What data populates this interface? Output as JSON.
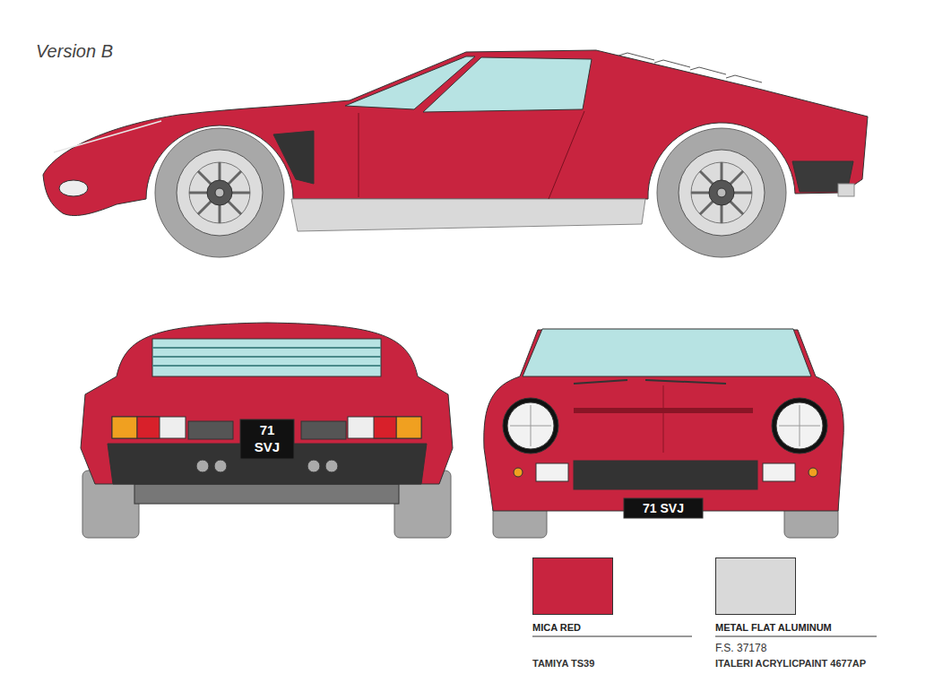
{
  "diagram": {
    "title": "Version B",
    "labels": [
      "71 SVJ",
      "71 SVJ",
      "F.S. 37178",
      "TAMIYA TS39",
      "ITALERI ACRYLICPAINT 4677AP"
    ],
    "legend": [
      {
        "text": "MICA RED",
        "color": "#c8243f"
      },
      {
        "text": "METAL FLAT ALUMINUM",
        "color": "#d9d9d9"
      }
    ]
  }
}
